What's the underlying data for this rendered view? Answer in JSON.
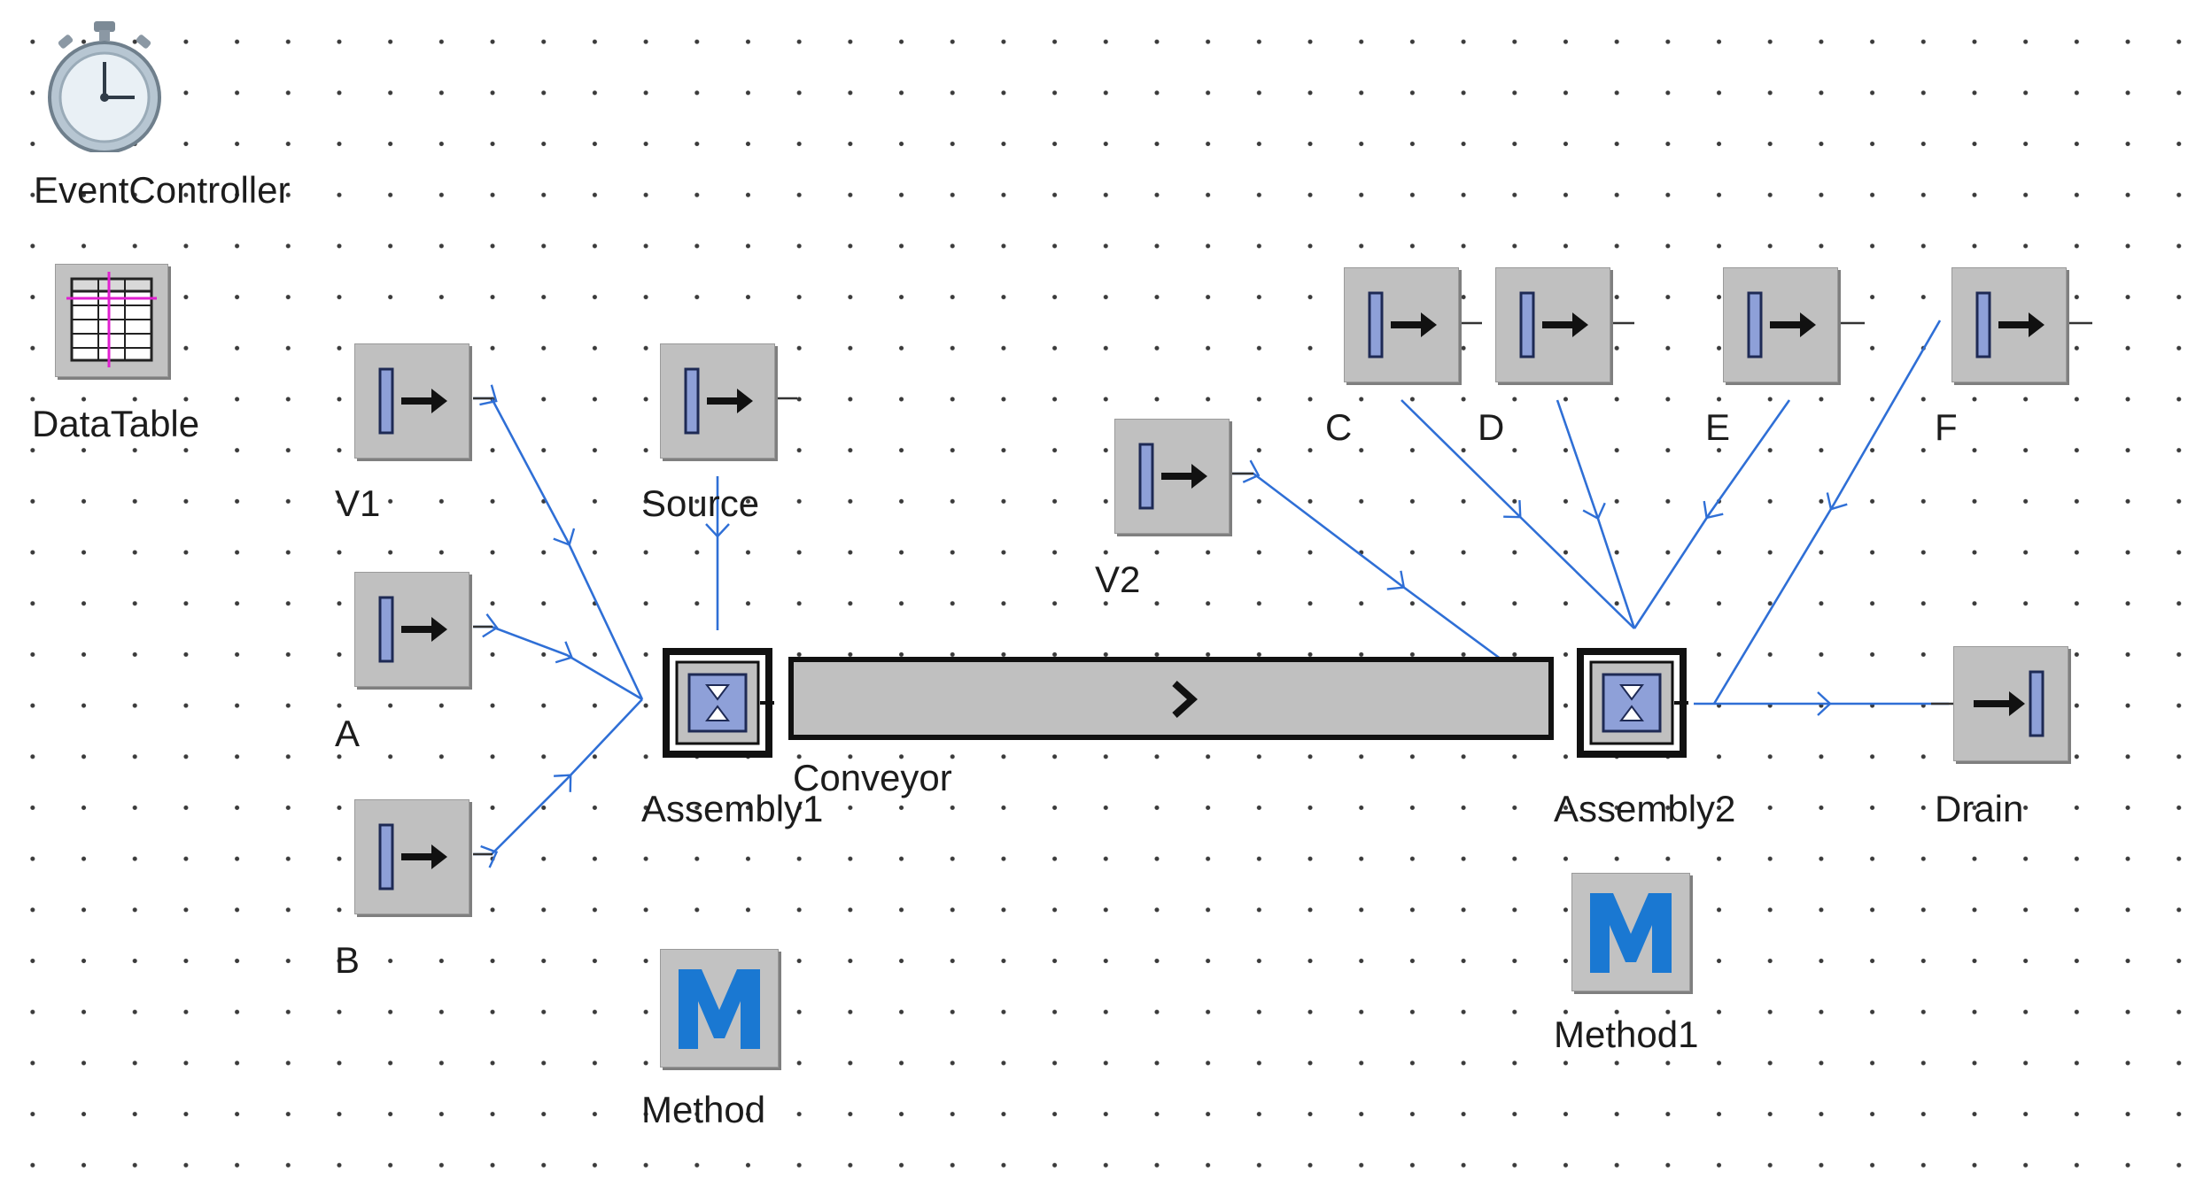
{
  "objects": {
    "event_controller": "EventController",
    "data_table": "DataTable",
    "v1": "V1",
    "a": "A",
    "b": "B",
    "source": "Source",
    "v2": "V2",
    "c": "C",
    "d": "D",
    "e": "E",
    "f": "F",
    "assembly1": "Assembly1",
    "conveyor": "Conveyor",
    "assembly2": "Assembly2",
    "drain": "Drain",
    "method": "Method",
    "method1": "Method1"
  },
  "icons": {
    "source": "source-arrow-icon",
    "drain": "drain-arrow-icon",
    "assembly": "assembly-station-icon",
    "method": "method-m-icon",
    "table": "data-table-icon",
    "clock": "stopwatch-icon",
    "conveyor": "chevron-right-icon"
  },
  "colors": {
    "canvas": "#ffffff",
    "grid_dot": "#3a3a3a",
    "connector": "#2f6fd6",
    "icon_bg": "#c0c0c0",
    "method_letter": "#1a78d2",
    "assembly_inner": "#8ea0d8",
    "source_bar": "#8ea0d8"
  }
}
